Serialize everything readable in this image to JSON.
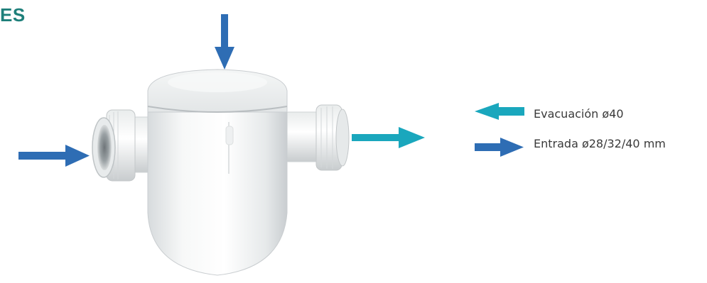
{
  "page_code": "ES",
  "legend": {
    "outlet": {
      "label": "Evacuación ø40",
      "color": "#1aa7bd",
      "icon": "arrow-left-icon"
    },
    "inlet": {
      "label": "Entrada ø28/32/40 mm",
      "color": "#2e6db4",
      "icon": "arrow-right-icon"
    }
  },
  "colors": {
    "title": "#1e7f7a",
    "inlet_arrow": "#2e6db4",
    "outlet_arrow": "#1aa7bd",
    "body": "#f1f3f4"
  }
}
